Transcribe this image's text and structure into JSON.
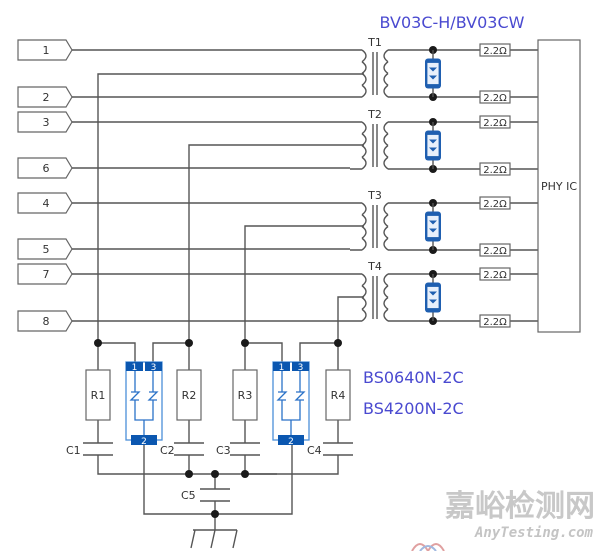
{
  "title_top": "BV03C-H/BV03CW",
  "title_mid_1": "BS0640N-2C",
  "title_mid_2": "BS4200N-2C",
  "ports": [
    "1",
    "2",
    "3",
    "6",
    "4",
    "5",
    "7",
    "8"
  ],
  "transformers": [
    "T1",
    "T2",
    "T3",
    "T4"
  ],
  "series_resistors": [
    "2.2Ω",
    "2.2Ω",
    "2.2Ω",
    "2.2Ω",
    "2.2Ω",
    "2.2Ω",
    "2.2Ω",
    "2.2Ω"
  ],
  "phy_label": "PHY IC",
  "resistors": [
    "R1",
    "R2",
    "R3",
    "R4"
  ],
  "capacitors": [
    "C1",
    "C2",
    "C3",
    "C4",
    "C5"
  ],
  "gdt_pins": [
    "1",
    "3",
    "2"
  ],
  "watermark": {
    "cn": "嘉峪检测网",
    "en": "AnyTesting.com"
  },
  "colors": {
    "part_number_text": "#4a4ad0",
    "tvs_blue": "#1f5fb0",
    "gdt_blue": "#0b57b0",
    "wire": "#555555"
  }
}
